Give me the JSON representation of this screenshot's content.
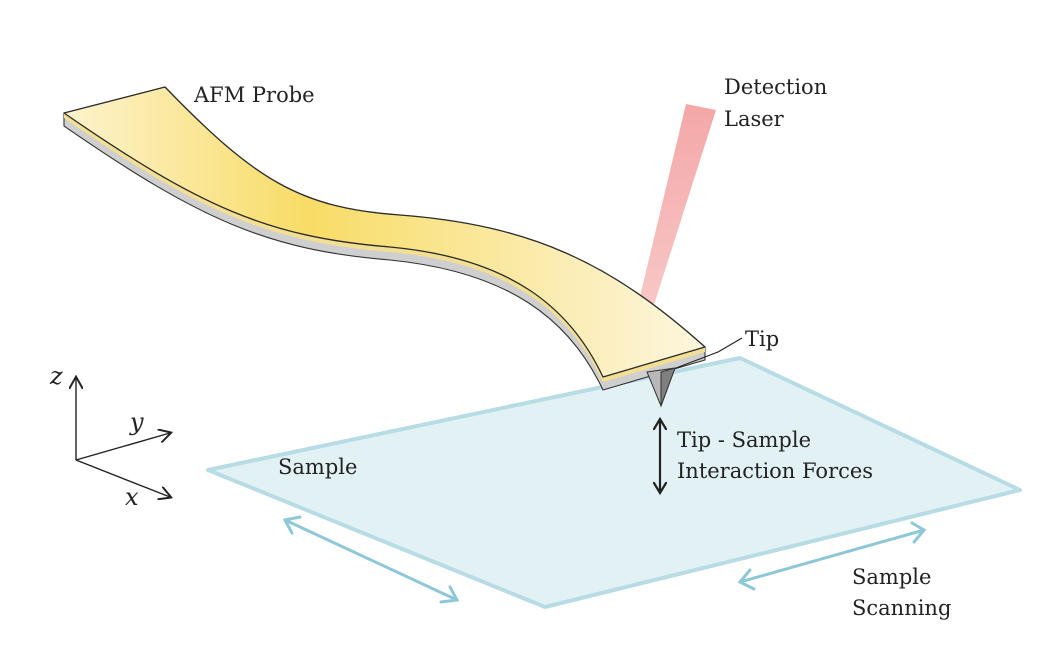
{
  "labels": {
    "probe": "AFM Probe",
    "laser_line1": "Detection",
    "laser_line2": "Laser",
    "tip": "Tip",
    "forces_line1": "Tip - Sample",
    "forces_line2": "Interaction Forces",
    "sample": "Sample",
    "scanning_line1": "Sample",
    "scanning_line2": "Scanning"
  },
  "axes": {
    "z": "z",
    "y": "y",
    "x": "x"
  },
  "colors": {
    "probe_light": "#fdf3cf",
    "probe_mid": "#f8dc66",
    "probe_edge": "#f3df92",
    "probe_side": "#c9c9c9",
    "laser": "#f08a8a",
    "laser_spot": "#e86a6a",
    "sample_fill": "#e2f1f4",
    "sample_edge": "#b7dce6",
    "scan_arrow": "#8ec7d8",
    "ink": "#222222"
  }
}
